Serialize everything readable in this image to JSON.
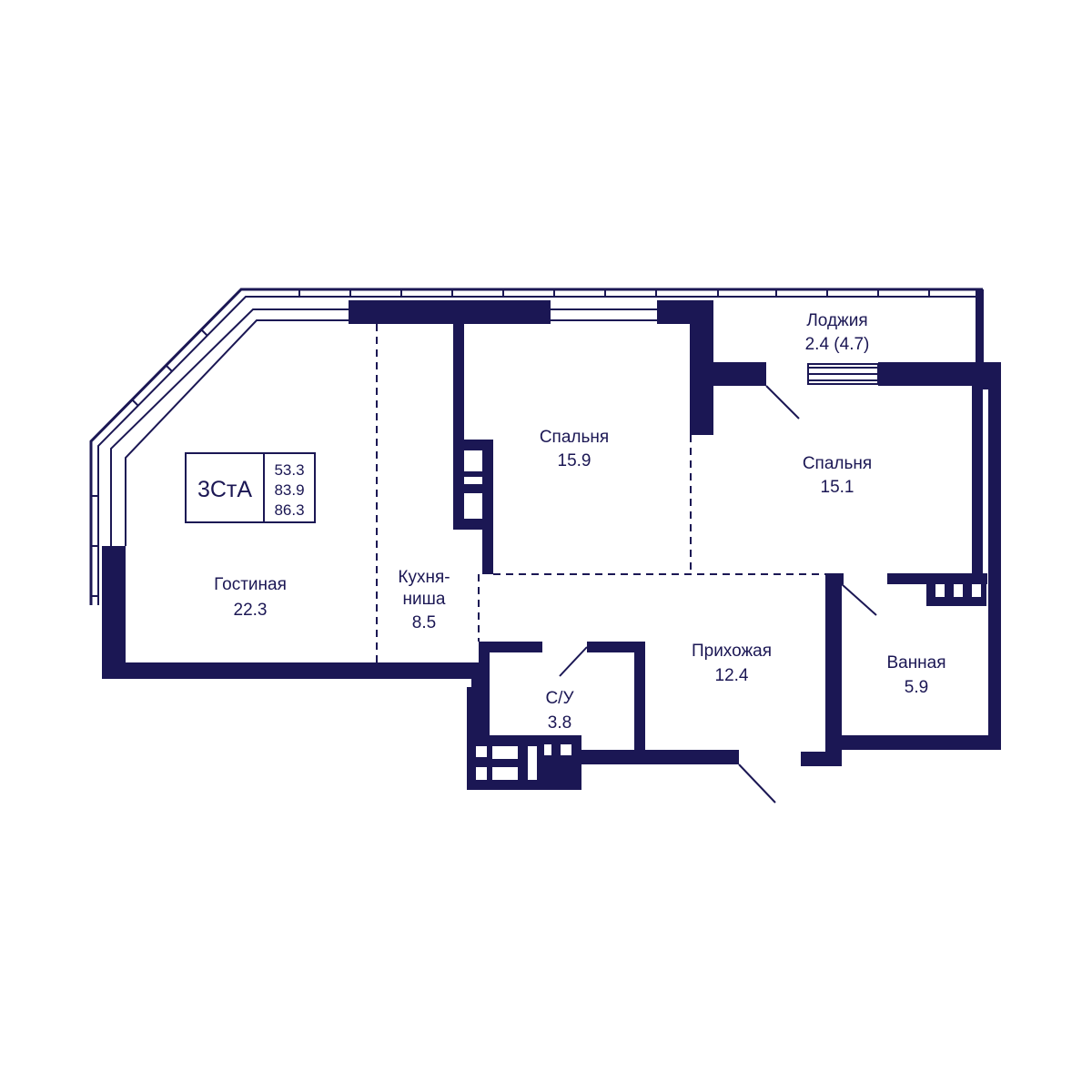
{
  "badge": {
    "code": "3СтА",
    "areas": [
      "53.3",
      "83.9",
      "86.3"
    ]
  },
  "rooms": {
    "living": {
      "name": "Гостиная",
      "area": "22.3"
    },
    "kitchen": {
      "name_line1": "Кухня-",
      "name_line2": "ниша",
      "area": "8.5"
    },
    "bedroom1": {
      "name": "Спальня",
      "area": "15.9"
    },
    "bedroom2": {
      "name": "Спальня",
      "area": "15.1"
    },
    "loggia": {
      "name": "Лоджия",
      "area": "2.4 (4.7)"
    },
    "hallway": {
      "name": "Прихожая",
      "area": "12.4"
    },
    "wc": {
      "name": "С/У",
      "area": "3.8"
    },
    "bathroom": {
      "name": "Ванная",
      "area": "5.9"
    }
  },
  "colors": {
    "wall": "#1b1754",
    "background": "#ffffff"
  }
}
